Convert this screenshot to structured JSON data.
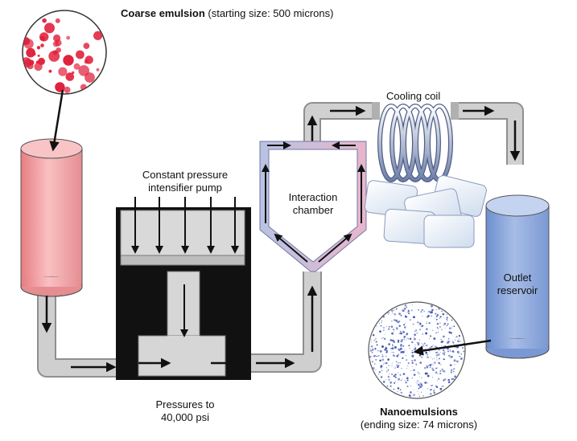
{
  "labels": {
    "coarse_title": "Coarse emulsion",
    "coarse_sub": "(starting size: 500 microns)",
    "pump_line1": "Constant pressure",
    "pump_line2": "intensifier pump",
    "interaction_line1": "Interaction",
    "interaction_line2": "chamber",
    "cooling_coil": "Cooling coil",
    "outlet_line1": "Outlet",
    "outlet_line2": "reservoir",
    "pressures_line1": "Pressures to",
    "pressures_line2": "40,000 psi",
    "nano_title": "Nanoemulsions",
    "nano_sub": "(ending size: 74 microns)"
  },
  "colors": {
    "coarse_droplet": "#e0203a",
    "nano_droplet": "#3a4fb0",
    "feed_cylinder": "#f4a8aa",
    "outlet_cylinder": "#8aa6dc",
    "pipe": "#c8c8c8",
    "pump_body": "#111111",
    "chamber_outline": "#aab6d8",
    "chamber_inner": "#e6b4cc",
    "ice": "#eef4fb"
  }
}
